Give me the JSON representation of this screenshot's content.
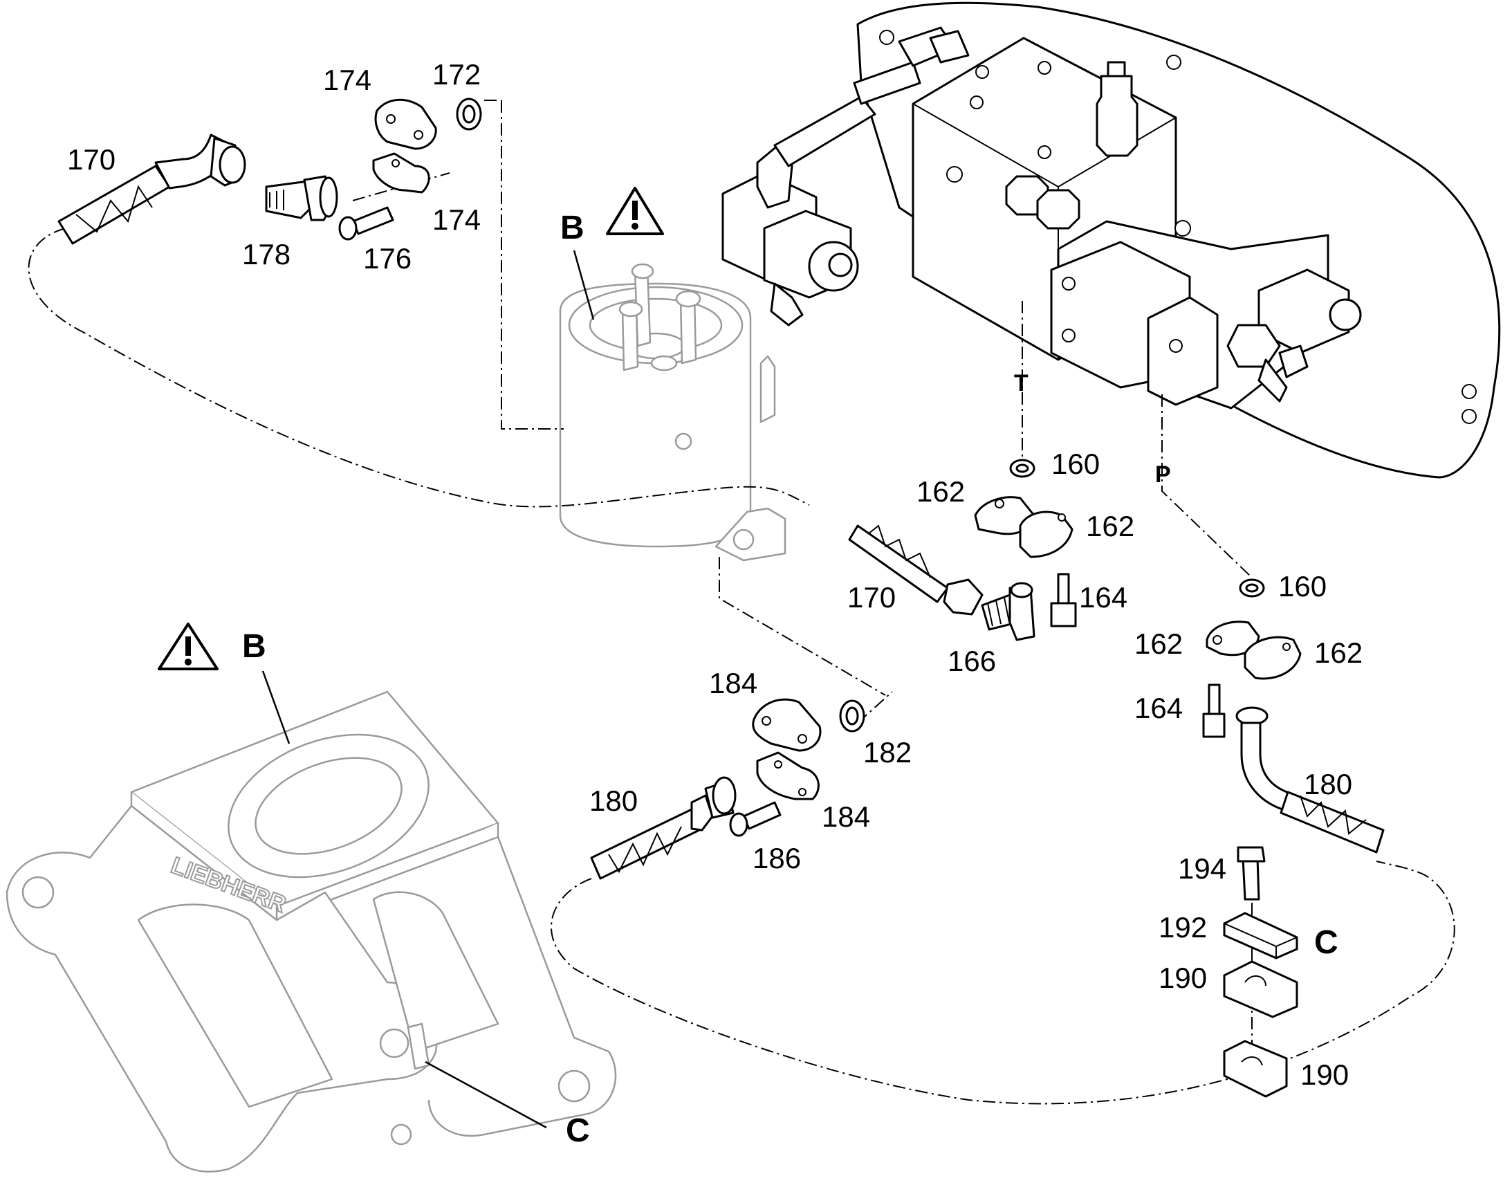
{
  "diagram": {
    "type": "exploded-parts-drawing",
    "callouts": [
      {
        "id": "c170-top",
        "label": "170"
      },
      {
        "id": "c174-top",
        "label": "174"
      },
      {
        "id": "c172",
        "label": "172"
      },
      {
        "id": "c174-mid",
        "label": "174"
      },
      {
        "id": "c178",
        "label": "178"
      },
      {
        "id": "c176",
        "label": "176"
      },
      {
        "id": "c160-t",
        "label": "160"
      },
      {
        "id": "c162-a",
        "label": "162"
      },
      {
        "id": "c162-b",
        "label": "162"
      },
      {
        "id": "c170-mid",
        "label": "170"
      },
      {
        "id": "c164-a",
        "label": "164"
      },
      {
        "id": "c166",
        "label": "166"
      },
      {
        "id": "c160-p",
        "label": "160"
      },
      {
        "id": "c162-c",
        "label": "162"
      },
      {
        "id": "c162-d",
        "label": "162"
      },
      {
        "id": "c164-b",
        "label": "164"
      },
      {
        "id": "c180-right",
        "label": "180"
      },
      {
        "id": "c184-top",
        "label": "184"
      },
      {
        "id": "c182",
        "label": "182"
      },
      {
        "id": "c180-left",
        "label": "180"
      },
      {
        "id": "c184-bot",
        "label": "184"
      },
      {
        "id": "c186",
        "label": "186"
      },
      {
        "id": "c194",
        "label": "194"
      },
      {
        "id": "c192",
        "label": "192"
      },
      {
        "id": "c190-a",
        "label": "190"
      },
      {
        "id": "c190-b",
        "label": "190"
      }
    ],
    "detail_letters": {
      "b_swivel": "B",
      "b_frame": "B",
      "c_clamp": "C",
      "c_frame": "C"
    },
    "ports": {
      "tank": "T",
      "pressure": "P"
    },
    "warning_icon": "exclamation-triangle-icon",
    "frame_logo_text": "LIEBHERR"
  }
}
